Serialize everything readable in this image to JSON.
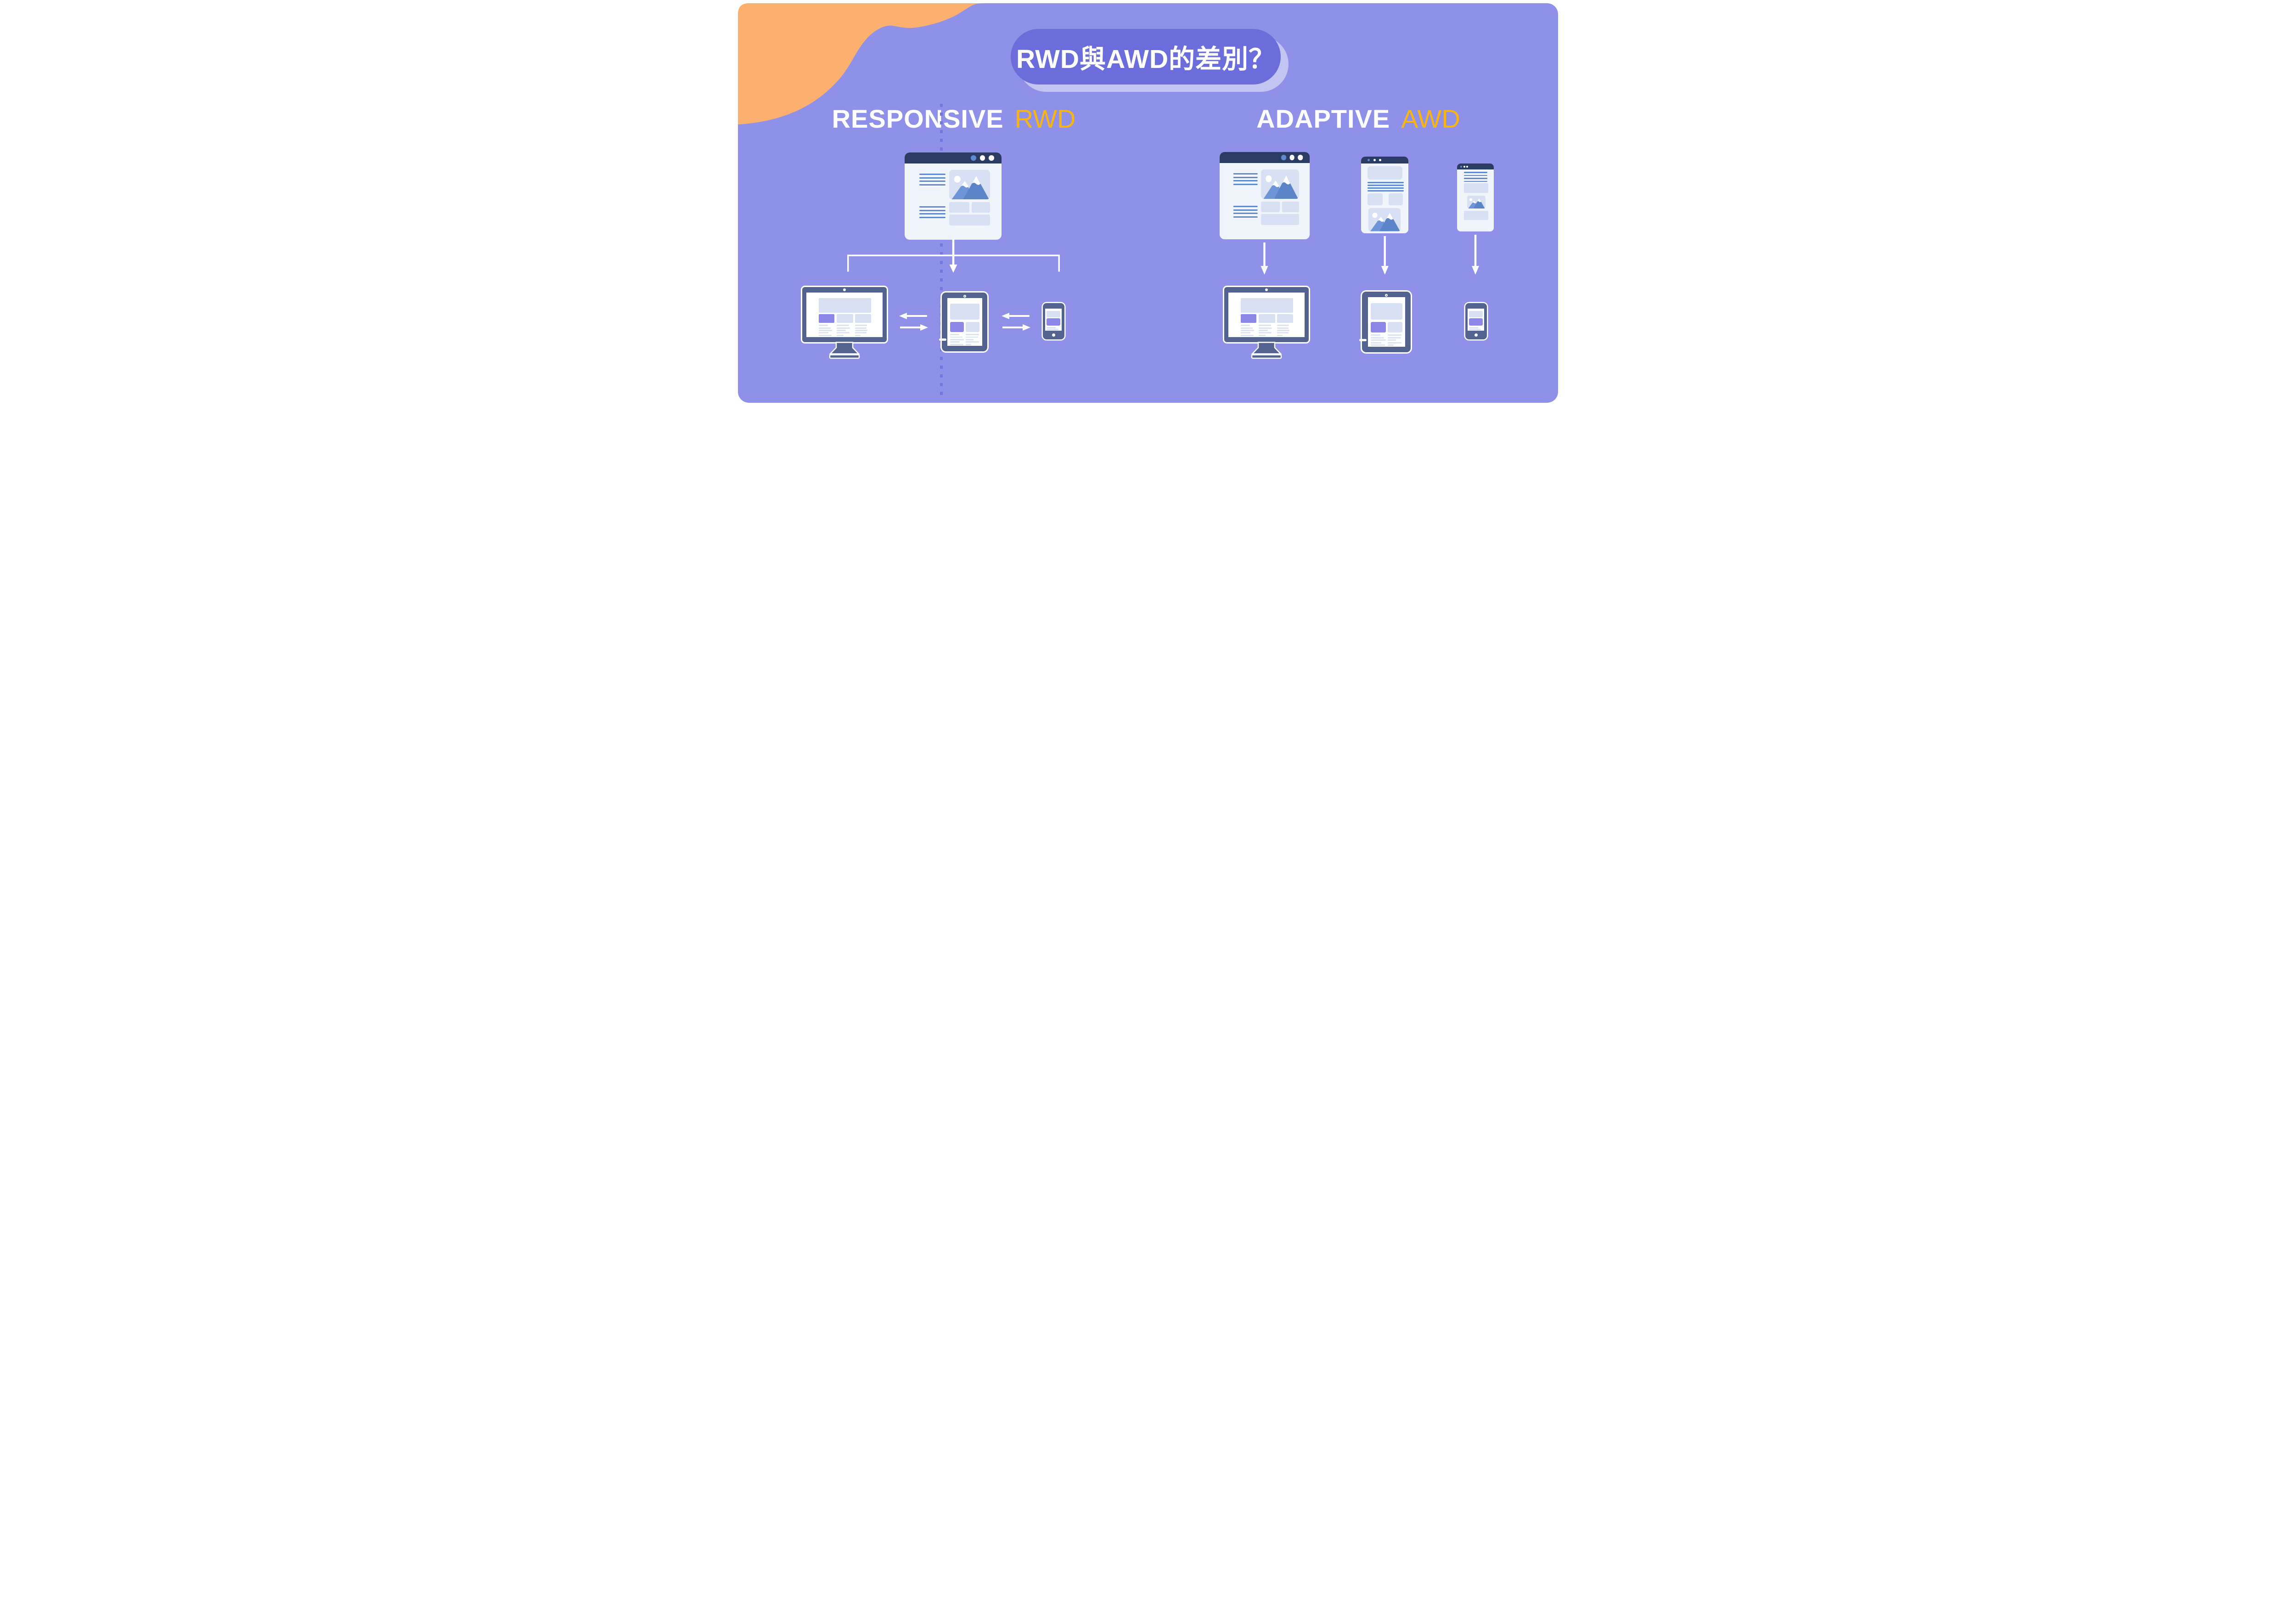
{
  "title": {
    "text": "RWD與AWD的差別？"
  },
  "sections": {
    "left": {
      "heading": "RESPONSIVE",
      "badge": "RWD"
    },
    "right": {
      "heading": "ADAPTIVE",
      "badge": "AWD"
    }
  },
  "icons": {
    "window_controls": "window-dot-icon",
    "image_placeholder": "mountain-sun-image-icon",
    "swap": "swap-arrows-icon",
    "flow": "down-arrow-icon",
    "monitor": "desktop-monitor-icon",
    "tablet": "tablet-icon",
    "phone": "smartphone-icon"
  },
  "colors": {
    "panel": "#8F91E8",
    "orange": "#FCB070",
    "pill": "#6A6DDA",
    "pillShadow": "#C2C4F2",
    "amber": "#F6B515",
    "navy": "#2B3C64",
    "browserBody": "#F0F4FB",
    "blueLine": "#6189CE",
    "cardLight": "#D8E1F3",
    "cardPurple": "#8C86E9",
    "mtnLight": "#6E95D8",
    "mtnDark": "#5C84C8",
    "slate": "#51638E",
    "screenLine": "#DCE4F4",
    "divider": "#7476DE"
  }
}
